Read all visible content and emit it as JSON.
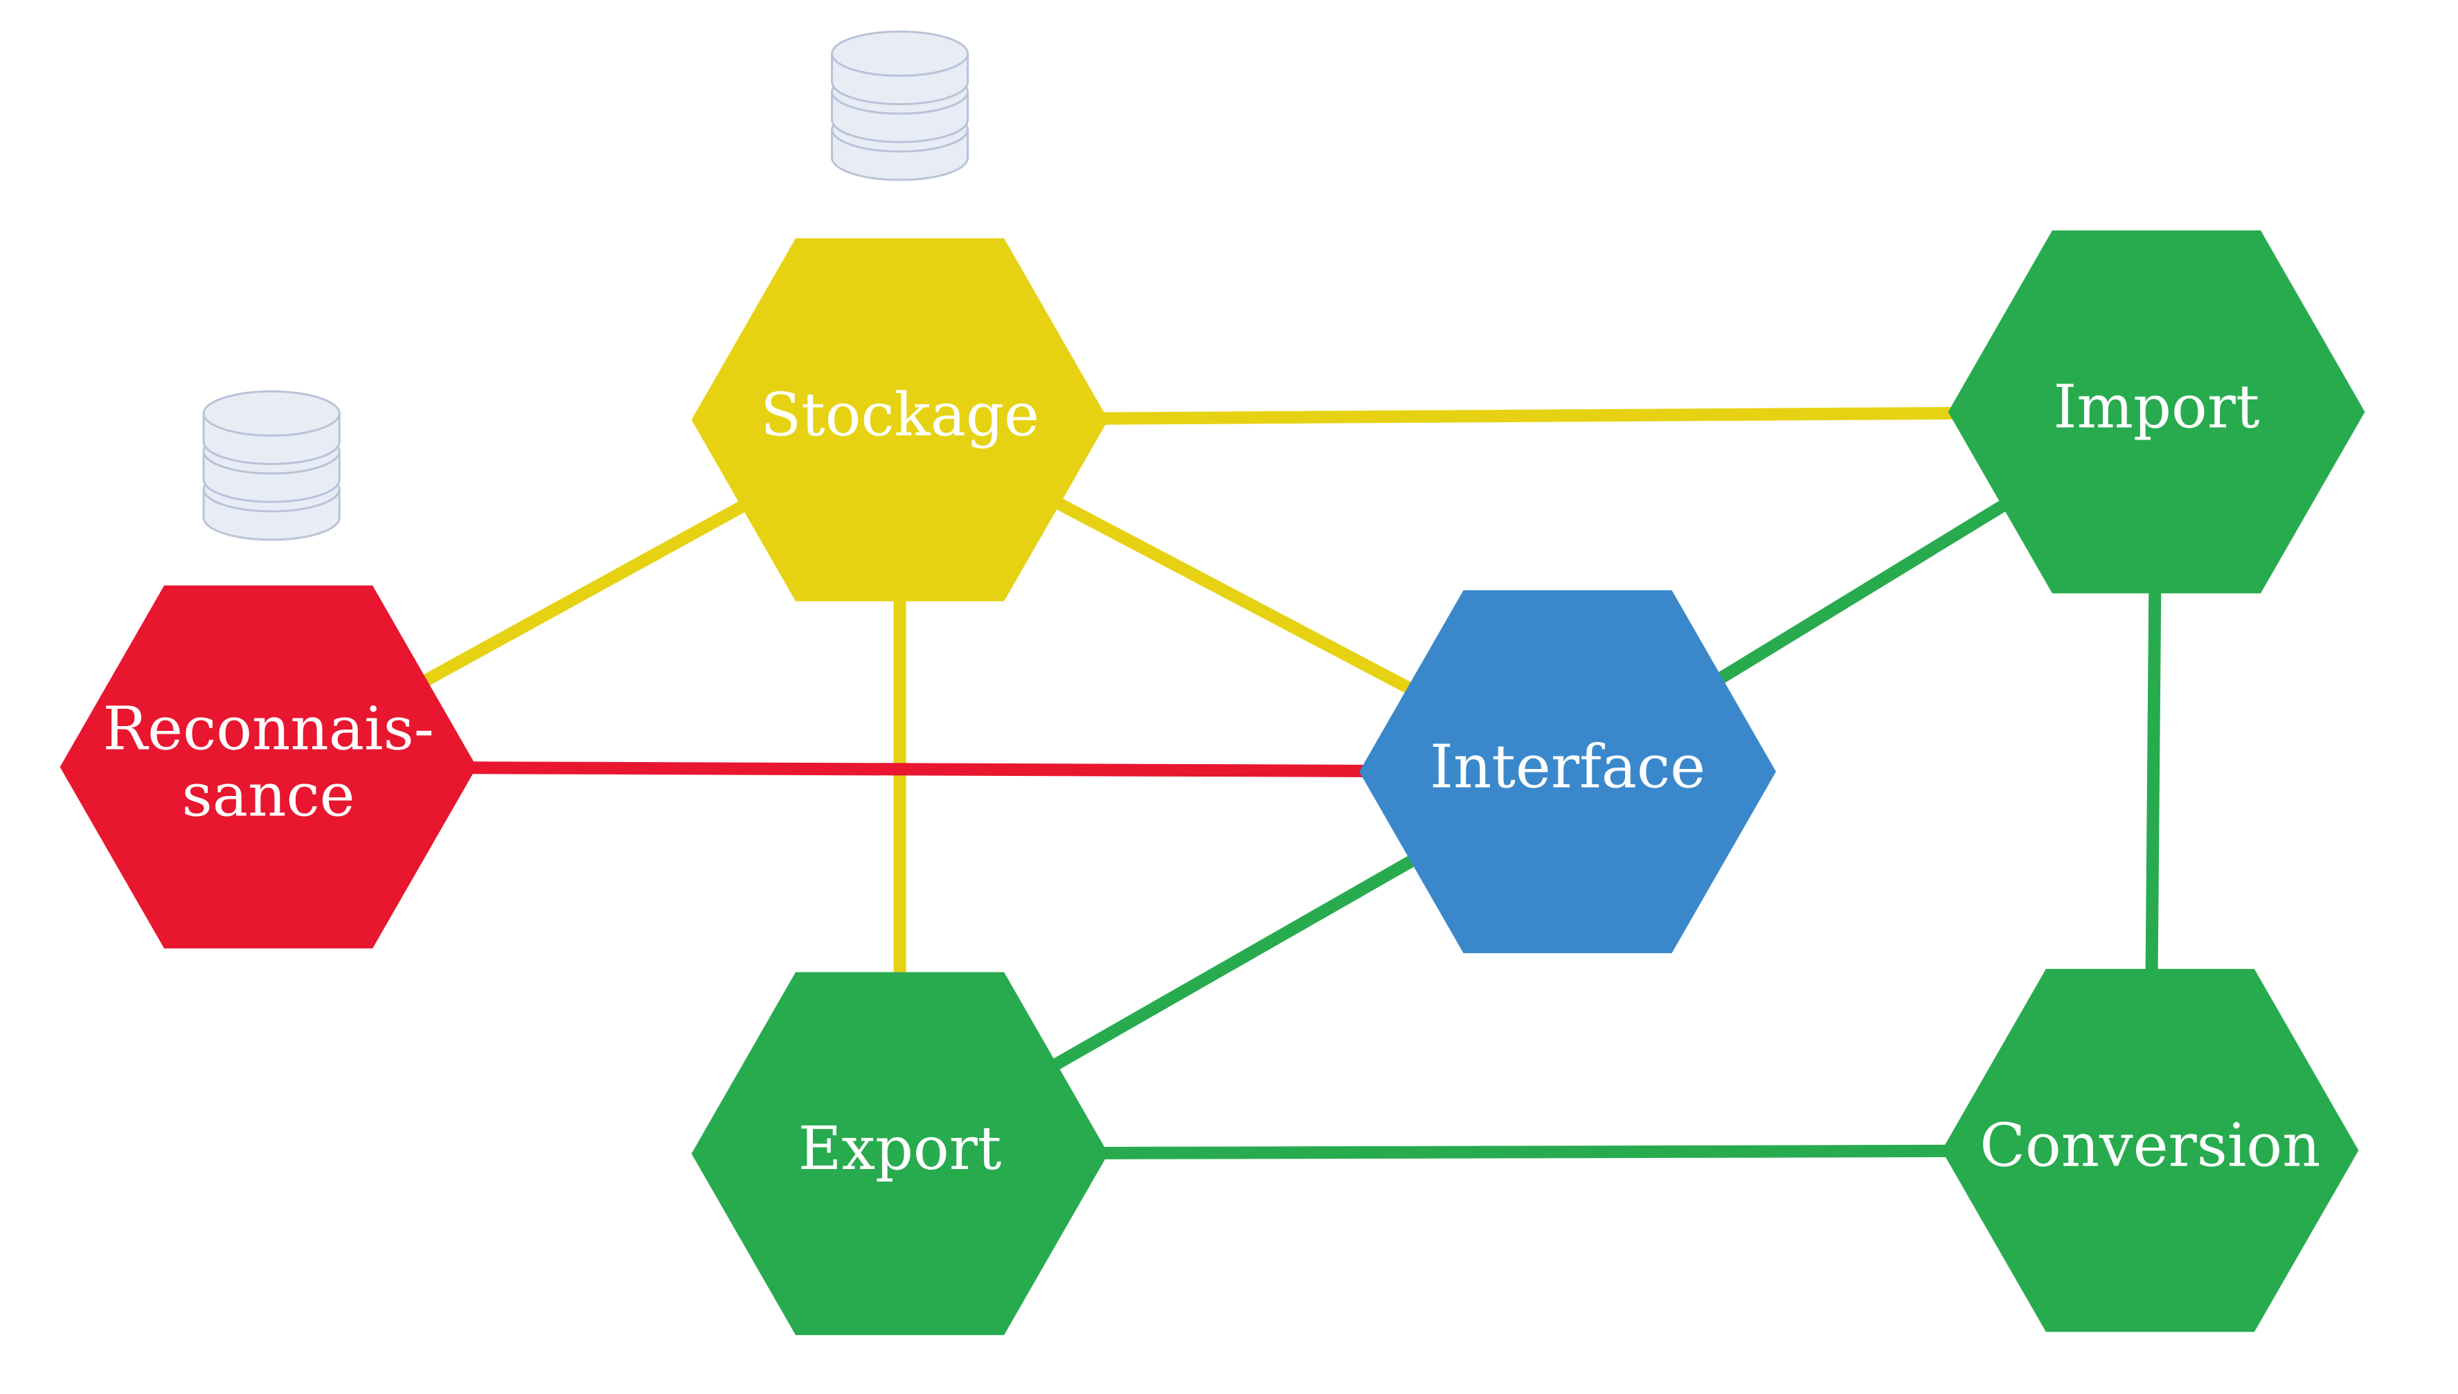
{
  "colors": {
    "red": "#e8162f",
    "yellow": "#e6d212",
    "green": "#28ab4e",
    "blue": "#3a88cb",
    "label": "#ffffff"
  },
  "nodes": [
    {
      "id": "reconnaissance",
      "label_lines": [
        "Reconnais-",
        "sance"
      ],
      "color": "#e8162f"
    },
    {
      "id": "stockage",
      "label_lines": [
        "Stockage"
      ],
      "color": "#e6d212"
    },
    {
      "id": "import",
      "label_lines": [
        "Import"
      ],
      "color": "#28ab4e"
    },
    {
      "id": "interface",
      "label_lines": [
        "Interface"
      ],
      "color": "#3a88cb"
    },
    {
      "id": "export",
      "label_lines": [
        "Export"
      ],
      "color": "#28ab4e"
    },
    {
      "id": "conversion",
      "label_lines": [
        "Conversion"
      ],
      "color": "#28ab4e"
    }
  ],
  "edges": [
    {
      "from": "stockage",
      "to": "reconnaissance",
      "color": "#e6d212"
    },
    {
      "from": "stockage",
      "to": "import",
      "color": "#e6d212"
    },
    {
      "from": "stockage",
      "to": "interface",
      "color": "#e6d212"
    },
    {
      "from": "stockage",
      "to": "export",
      "color": "#e6d212"
    },
    {
      "from": "reconnaissance",
      "to": "interface",
      "color": "#e8162f"
    },
    {
      "from": "interface",
      "to": "import",
      "color": "#28ab4e"
    },
    {
      "from": "interface",
      "to": "export",
      "color": "#28ab4e"
    },
    {
      "from": "import",
      "to": "conversion",
      "color": "#28ab4e"
    },
    {
      "from": "export",
      "to": "conversion",
      "color": "#28ab4e"
    }
  ],
  "icons": [
    {
      "name": "database-icon",
      "attached_to": "stockage"
    },
    {
      "name": "database-icon",
      "attached_to": "reconnaissance"
    }
  ]
}
